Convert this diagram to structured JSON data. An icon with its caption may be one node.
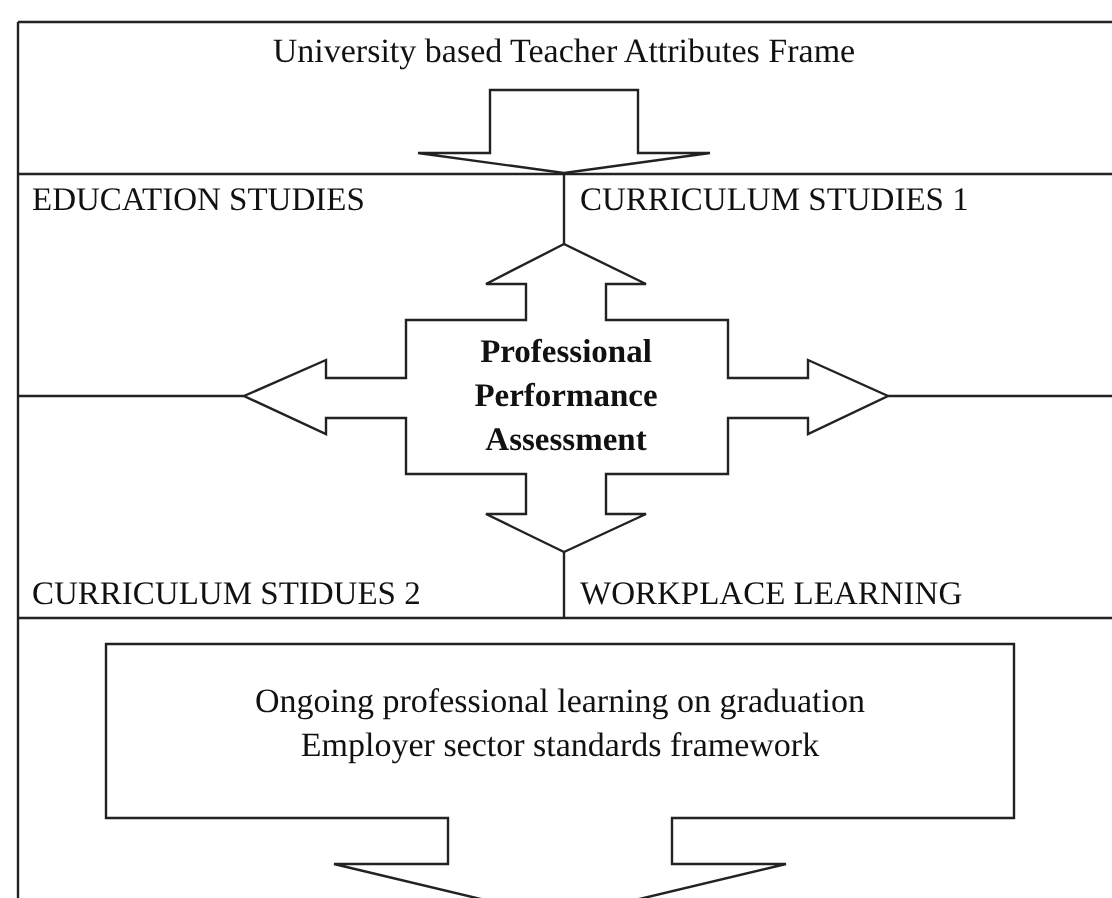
{
  "diagram": {
    "nodes": [
      {
        "text": [
          "University based Teacher Attributes Frame"
        ]
      },
      {
        "text": [
          "EDUCATION STUDIES"
        ]
      },
      {
        "text": [
          "CURRICULUM STUDIES 1"
        ]
      },
      {
        "text": [
          "Professional Performance Assessment"
        ]
      },
      {
        "text": [
          "CURRICULUM STIDUES 2"
        ]
      },
      {
        "text": [
          "WORKPLACE LEARNING"
        ]
      },
      {
        "text": [
          "Ongoing professional learning on graduation",
          "Employer sector standards framework"
        ]
      }
    ],
    "edges": [
      {
        "from": 0,
        "to": 3,
        "arrow": "to"
      }
    ]
  }
}
